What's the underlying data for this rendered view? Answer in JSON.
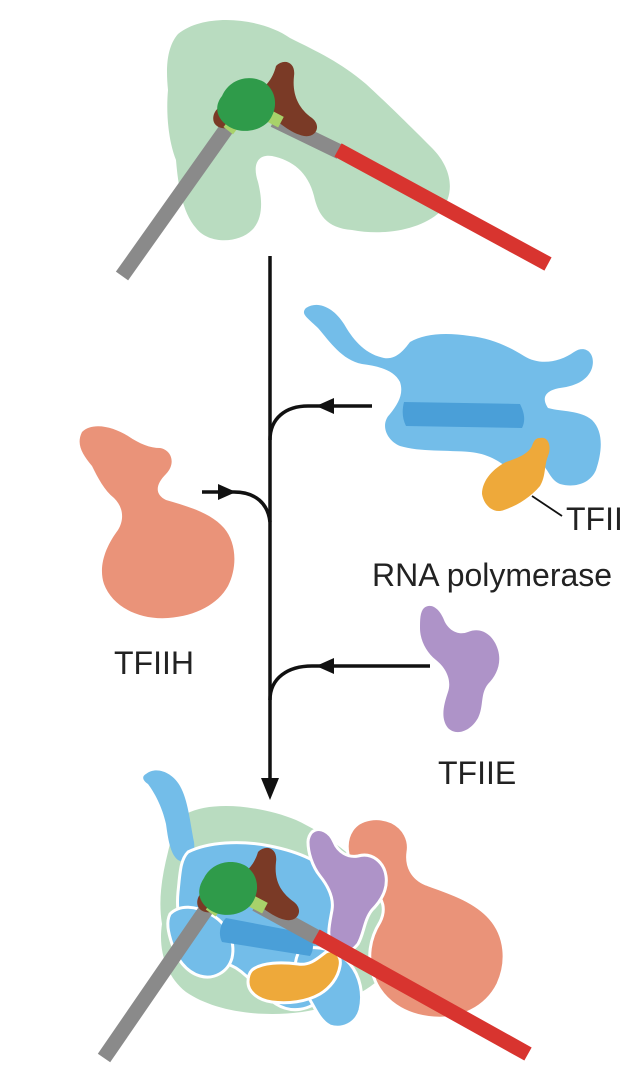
{
  "labels": {
    "tfiif": "TFIIF",
    "rna_polymerase": "RNA polymerase",
    "tfiih": "TFIIH",
    "tfiie": "TFIIE"
  },
  "colors": {
    "tfiid_complex": "#b9dcc0",
    "tbp": "#2f9b4a",
    "tfiib": "#7a3a26",
    "dna_upstream": "#8a8a8a",
    "dna_downstream": "#d8342f",
    "rna_polymerase": "#73bde9",
    "rna_polymerase_band": "#4a9fd8",
    "tfiif": "#eea93a",
    "tfiih": "#ea9379",
    "tfiie": "#ae93c8",
    "arrow": "#111111"
  }
}
